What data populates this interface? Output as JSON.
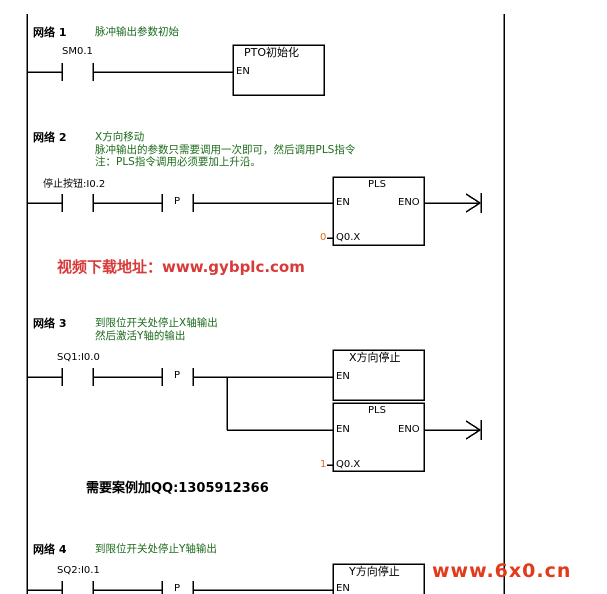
{
  "networks": [
    {
      "label": "网络 1",
      "comments": [
        "脉冲输出参数初始"
      ],
      "contact": "SM0.1",
      "box_title": "PTO初始化",
      "pin_en": "EN"
    },
    {
      "label": "网络 2",
      "comments": [
        "X方向移动",
        "脉冲输出的参数只需要调用一次即可，然后调用PLS指令",
        "注：PLS指令调用必须要加上升沿。"
      ],
      "contact": "停止按钮:I0.2",
      "edge": "P",
      "box_title": "PLS",
      "pin_en": "EN",
      "pin_eno": "ENO",
      "pin_q": "Q0.X",
      "q_value": "0"
    },
    {
      "label": "网络 3",
      "comments": [
        "到限位开关处停止X轴输出",
        "然后激活Y轴的输出"
      ],
      "contact": "SQ1:I0.0",
      "edge": "P",
      "box1_title": "X方向停止",
      "box2_title": "PLS",
      "pin_en": "EN",
      "pin_eno": "ENO",
      "pin_q": "Q0.X",
      "q_value": "1"
    },
    {
      "label": "网络 4",
      "comments": [
        "到限位开关处停止Y轴输出"
      ],
      "contact": "SQ2:I0.1",
      "edge": "P",
      "box_title": "Y方向停止",
      "pin_en": "EN"
    }
  ],
  "watermark": "视频下载地址：www.gybplc.com",
  "qq_note": "需要案例加QQ:1305912366",
  "logo": "www.6x0.cn"
}
